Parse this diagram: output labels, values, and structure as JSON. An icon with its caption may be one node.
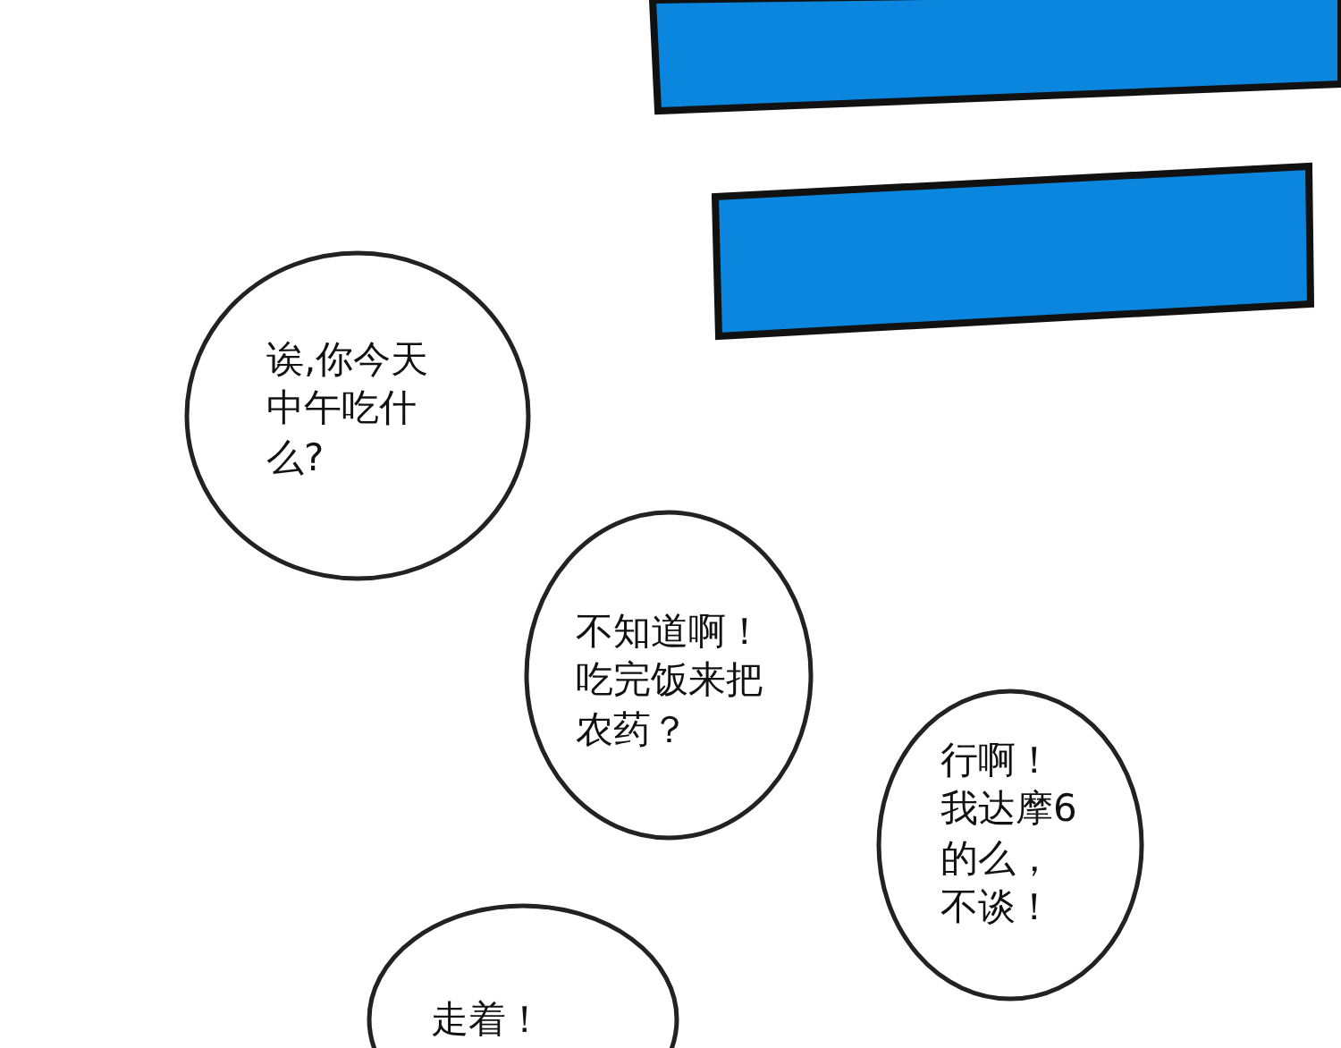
{
  "diagram": {
    "nodes": [
      {
        "text": [],
        "shape": "bar"
      },
      {
        "text": [],
        "shape": "bar"
      },
      {
        "text": [
          "诶,你今天中午吃什么?"
        ]
      },
      {
        "text": [
          "不知道啊！吃完饭来把农药？"
        ]
      },
      {
        "text": [
          "行啊！我达摩6的么，不谈！"
        ]
      },
      {
        "text": [
          "走着！"
        ]
      }
    ]
  }
}
